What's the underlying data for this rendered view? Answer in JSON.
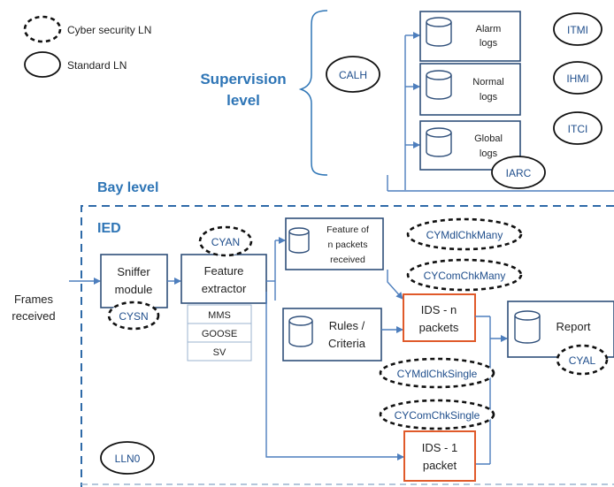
{
  "legend": {
    "cyber_security_ln": "Cyber security LN",
    "standard_ln": "Standard LN"
  },
  "supervision": {
    "title_line1": "Supervision",
    "title_line2": "level",
    "calh": "CALH",
    "alarm_logs": [
      "Alarm",
      "logs"
    ],
    "normal_logs": [
      "Normal",
      "logs"
    ],
    "global_logs": [
      "Global",
      "logs"
    ],
    "iarc": "IARC",
    "itmi": "ITMI",
    "ihmi": "IHMI",
    "itci": "ITCI"
  },
  "bay": {
    "title": "Bay level",
    "ied": "IED",
    "frames_received": [
      "Frames",
      "received"
    ],
    "sniffer": [
      "Sniffer",
      "module"
    ],
    "cysn": "CYSN",
    "feature_extractor": [
      "Feature",
      "extractor"
    ],
    "cyan": "CYAN",
    "protocols": [
      "MMS",
      "GOOSE",
      "SV"
    ],
    "feature_n": [
      "Feature of",
      "n packets",
      "received"
    ],
    "cymdlchkmany": "CYMdlChkMany",
    "cycomchkmany": "CYComChkMany",
    "rules": [
      "Rules /",
      "Criteria"
    ],
    "ids_n": [
      "IDS - n",
      "packets"
    ],
    "report": "Report",
    "cyal": "CYAL",
    "cymdlchksingle": "CYMdlChkSingle",
    "cycomchksingle": "CYComChkSingle",
    "ids_1": [
      "IDS - 1",
      "packet"
    ],
    "lln0": "LLN0"
  }
}
